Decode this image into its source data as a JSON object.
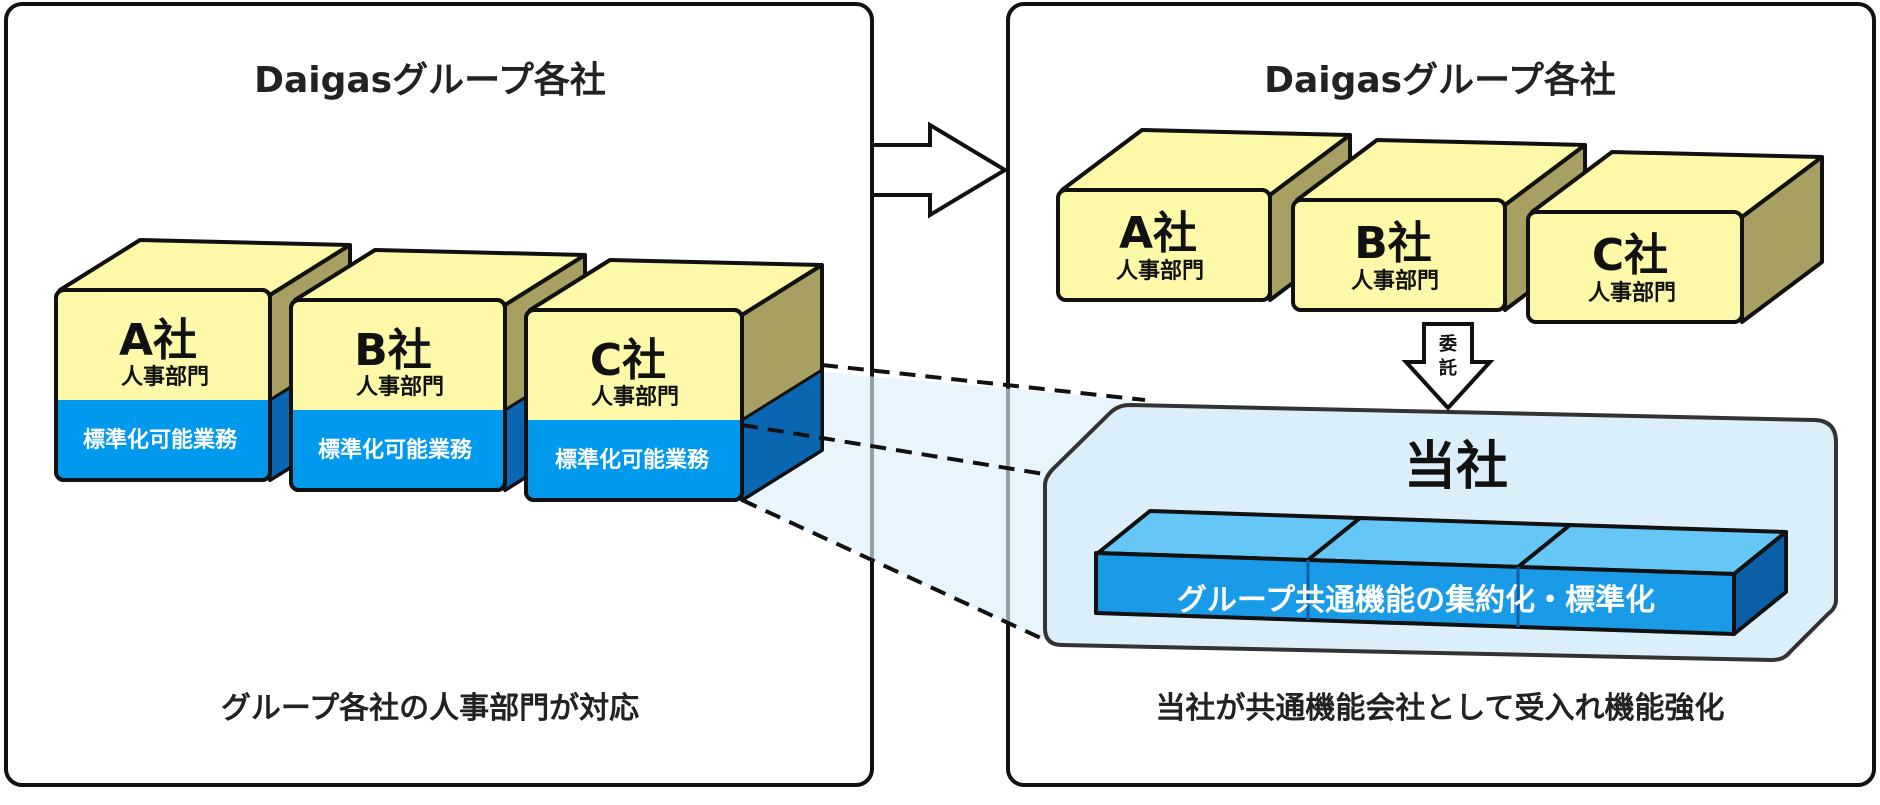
{
  "left_panel": {
    "title": "Daigasグループ各社",
    "caption": "グループ各社の人事部門が対応",
    "boxes": [
      {
        "company": "A社",
        "dept": "人事部門",
        "std": "標準化可能業務"
      },
      {
        "company": "B社",
        "dept": "人事部門",
        "std": "標準化可能業務"
      },
      {
        "company": "C社",
        "dept": "人事部門",
        "std": "標準化可能業務"
      }
    ]
  },
  "right_panel": {
    "title": "Daigasグループ各社",
    "caption": "当社が共通機能会社として受入れ機能強化",
    "boxes": [
      {
        "company": "A社",
        "dept": "人事部門"
      },
      {
        "company": "B社",
        "dept": "人事部門"
      },
      {
        "company": "C社",
        "dept": "人事部門"
      }
    ],
    "delegate": {
      "char1": "委",
      "char2": "託"
    },
    "center": {
      "title": "当社",
      "band_label": "グループ共通機能の集約化・標準化"
    }
  },
  "colors": {
    "panel_border": "#111111",
    "box_yellow": "#fdf9a9",
    "box_side": "#a7a062",
    "box_blue": "#0099ee",
    "box_blue_side": "#0a66b0",
    "center_fill": "#dbeffa",
    "band_top": "#66c6f6",
    "band_front": "#1a9be8",
    "band_side": "#0b5fa6"
  }
}
